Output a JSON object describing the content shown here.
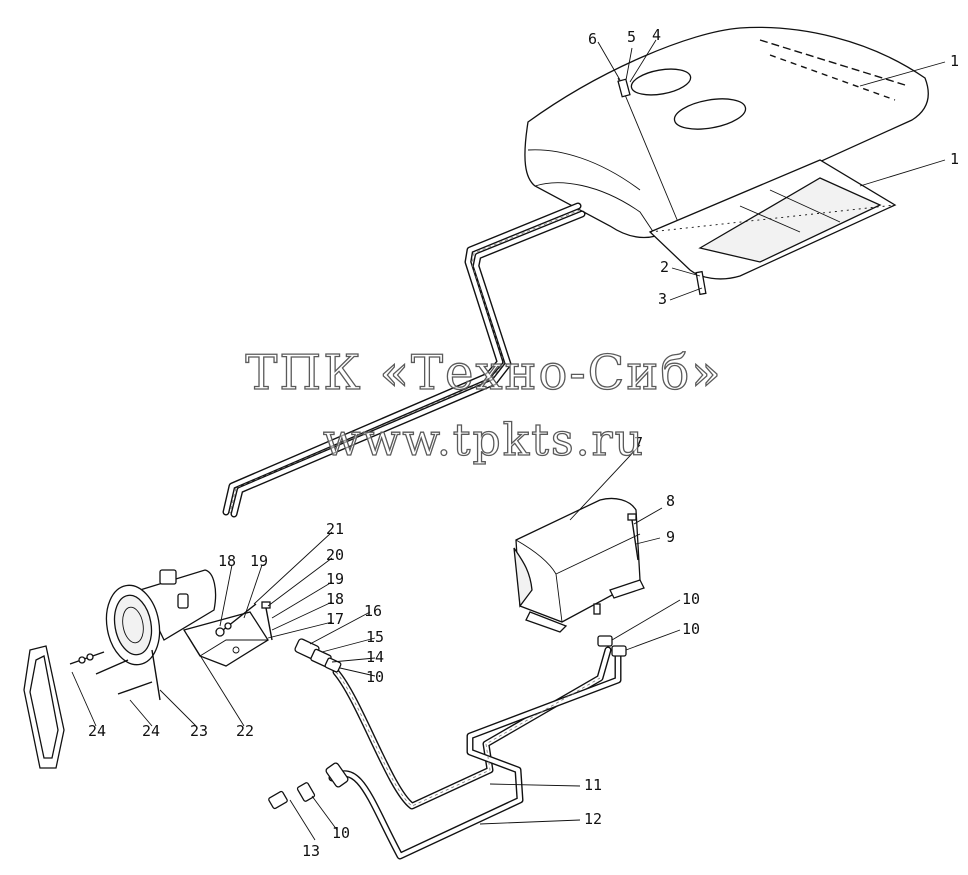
{
  "watermark": {
    "title": "ТПК «Техно-Сиб»",
    "url": "www.tpkts.ru"
  },
  "callouts": [
    "1",
    "1",
    "2",
    "3",
    "4",
    "5",
    "6",
    "7",
    "8",
    "9",
    "10",
    "10",
    "10",
    "10",
    "11",
    "12",
    "13",
    "14",
    "15",
    "16",
    "17",
    "18",
    "18",
    "19",
    "19",
    "20",
    "21",
    "22",
    "23",
    "24",
    "24"
  ]
}
